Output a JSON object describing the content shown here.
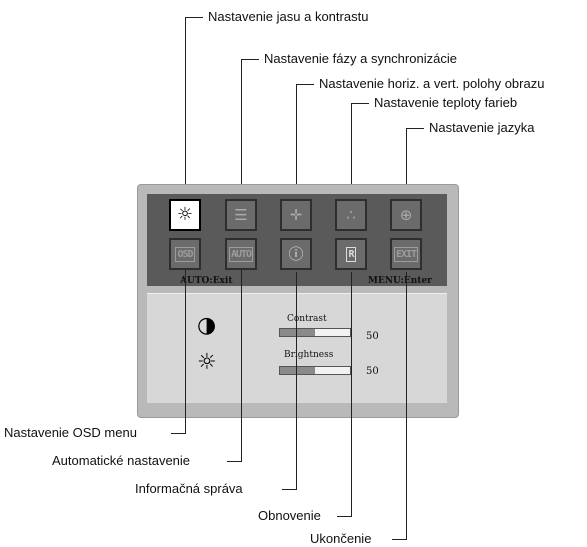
{
  "callouts": {
    "brightness_contrast": "Nastavenie jasu a kontrastu",
    "phase_sync": "Nastavenie fázy a synchronizácie",
    "position": "Nastavenie horiz. a vert. polohy obrazu",
    "color_temp": "Nastavenie teploty farieb",
    "language": "Nastavenie jazyka",
    "osd_menu": "Nastavenie OSD menu",
    "auto": "Automatické nastavenie",
    "info": "Informačná správa",
    "reset": "Obnovenie",
    "exit": "Ukončenie"
  },
  "osd": {
    "icons": {
      "brightness": "sun-icon",
      "phase": "lines-icon",
      "position": "move-arrows-icon",
      "color": "color-dots-icon",
      "language": "globe-icon",
      "osd": "OSD",
      "auto": "AUTO",
      "info": "info-icon",
      "reset": "R",
      "exit": "EXIT"
    },
    "hint_left": "AUTO:Exit",
    "hint_right": "MENU:Enter",
    "contrast": {
      "label": "Contrast",
      "value": "50",
      "level": 0.5
    },
    "brightness": {
      "label": "Brightness",
      "value": "50",
      "level": 0.5
    }
  }
}
